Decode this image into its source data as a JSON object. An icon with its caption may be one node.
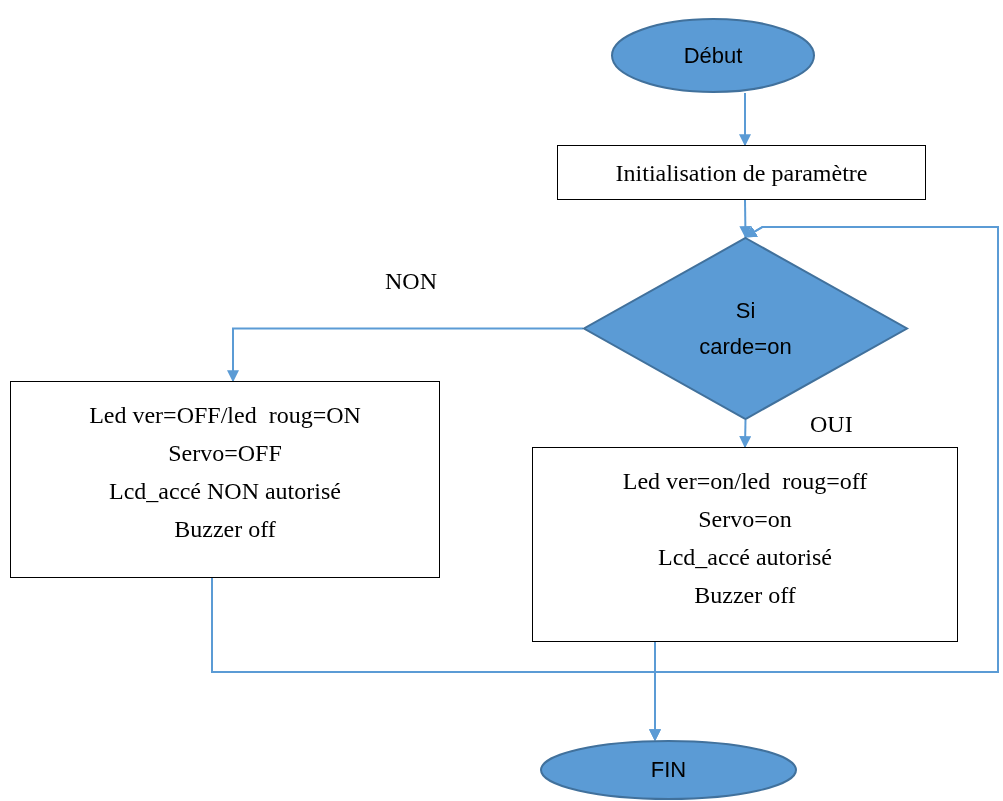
{
  "diagram": {
    "nodes": [
      {
        "text": [
          "Début"
        ]
      },
      {
        "text": [
          "Initialisation de paramètre"
        ]
      },
      {
        "text": [
          "Si carde=on"
        ]
      },
      {
        "text": [
          "Led ver=OFF/led  roug=ON",
          "Servo=OFF",
          "Lcd_accé NON autorisé",
          "Buzzer off"
        ]
      },
      {
        "text": [
          "Led ver=on/led  roug=off",
          "Servo=on",
          "Lcd_accé autorisé",
          "Buzzer off"
        ]
      },
      {
        "text": [
          "FIN"
        ]
      }
    ],
    "edges": [
      {
        "from": 0,
        "to": 1,
        "arrow": "to"
      },
      {
        "from": 1,
        "to": 2,
        "arrow": "to"
      },
      {
        "from": 2,
        "to": 3,
        "arrow": "to",
        "label": "NON"
      },
      {
        "from": 2,
        "to": 4,
        "arrow": "to",
        "label": "OUI"
      },
      {
        "from": 3,
        "to": 5,
        "arrow": "to"
      },
      {
        "from": 4,
        "to": 5,
        "arrow": "to"
      },
      {
        "from": 3,
        "to": 2,
        "arrow": "to"
      },
      {
        "from": 4,
        "to": 2,
        "arrow": "to"
      }
    ]
  }
}
